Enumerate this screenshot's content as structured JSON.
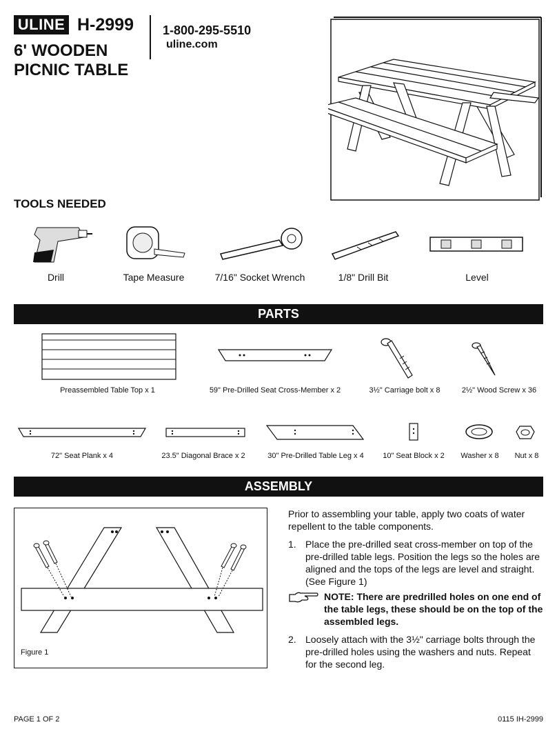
{
  "header": {
    "brand": "ULINE",
    "model": "H-2999",
    "title_line1": "6' WOODEN",
    "title_line2": "PICNIC TABLE",
    "phone": "1-800-295-5510",
    "website": "uline.com"
  },
  "tools": {
    "heading": "TOOLS NEEDED",
    "items": [
      {
        "label": "Drill",
        "icon": "drill-icon"
      },
      {
        "label": "Tape Measure",
        "icon": "tape-measure-icon"
      },
      {
        "label": "7/16\" Socket Wrench",
        "icon": "socket-wrench-icon"
      },
      {
        "label": "1/8\" Drill Bit",
        "icon": "drill-bit-icon"
      },
      {
        "label": "Level",
        "icon": "level-icon"
      }
    ]
  },
  "parts": {
    "heading": "PARTS",
    "items": [
      {
        "label": "Preassembled Table Top x 1"
      },
      {
        "label": "59\" Pre-Drilled Seat Cross-Member x 2"
      },
      {
        "label": "3½\" Carriage bolt x 8"
      },
      {
        "label": "2½\" Wood Screw x 36"
      },
      {
        "label": "72\" Seat Plank x 4"
      },
      {
        "label": "23.5\" Diagonal Brace  x 2"
      },
      {
        "label": "30\" Pre-Drilled Table Leg x 4"
      },
      {
        "label": "10\" Seat Block x 2"
      },
      {
        "label": "Washer x 8"
      },
      {
        "label": "Nut x 8"
      }
    ]
  },
  "assembly": {
    "heading": "ASSEMBLY",
    "figure_label": "Figure 1",
    "intro": "Prior to assembling your table, apply two coats of water repellent to the table components.",
    "steps": [
      {
        "num": "1.",
        "text": "Place the pre-drilled seat cross-member on top of the pre-drilled table legs. Position the legs so the holes are aligned and the tops of the legs are level and straight. (See Figure 1)"
      },
      {
        "num": "2.",
        "text": "Loosely attach with the 3½\" carriage bolts through the pre-drilled holes using the washers and nuts. Repeat for the second leg."
      }
    ],
    "note": "NOTE: There are predrilled holes on one end of the table legs, these should be on the top of the assembled legs."
  },
  "footer": {
    "page": "PAGE 1 OF 2",
    "code": "0115 IH-2999"
  }
}
